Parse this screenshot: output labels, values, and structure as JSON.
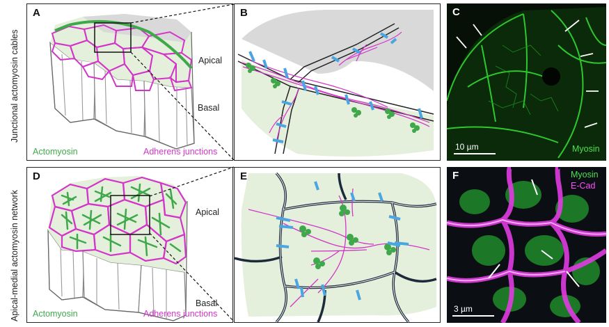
{
  "row_labels": {
    "top": "Junctional actomyosin cables",
    "bottom": "Apical-medial actomyosin network"
  },
  "panels": {
    "A": {
      "letter": "A",
      "apical": "Apical",
      "basal": "Basal",
      "legend_actomyosin": "Actomyosin",
      "legend_junctions": "Adherens junctions"
    },
    "B": {
      "letter": "B"
    },
    "C": {
      "letter": "C",
      "scale_bar": "10 µm",
      "channel": "Myosin"
    },
    "D": {
      "letter": "D",
      "apical": "Apical",
      "basal": "Basal",
      "legend_actomyosin": "Actomyosin",
      "legend_junctions": "Adherens junctions"
    },
    "E": {
      "letter": "E"
    },
    "F": {
      "letter": "F",
      "scale_bar": "3 µm",
      "channel_1": "Myosin",
      "channel_2": "E-Cad"
    }
  },
  "colors": {
    "actomyosin": "#3fa84b",
    "adherens_junctions": "#d235c8",
    "cadherin_clusters": "#4aa6e0",
    "apical_fill": "#e4efdc",
    "basal_fill": "#d8d8d8"
  }
}
